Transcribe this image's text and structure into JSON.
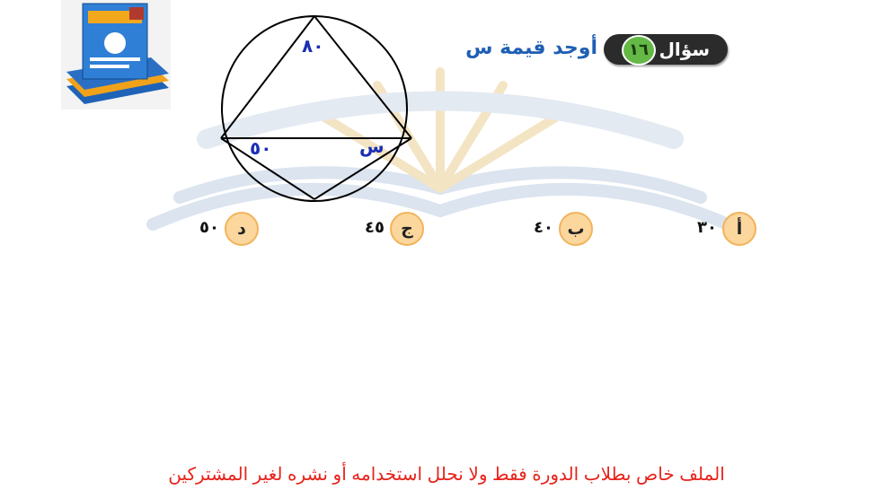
{
  "question": {
    "label": "سؤال",
    "number": "١٦",
    "prompt": "أوجد قيمة س"
  },
  "diagram": {
    "angle_top": "٨٠",
    "angle_left": "٥٠",
    "angle_right": "س"
  },
  "options": [
    {
      "letter": "أ",
      "value": "٣٠"
    },
    {
      "letter": "ب",
      "value": "٤٠"
    },
    {
      "letter": "ج",
      "value": "٤٥"
    },
    {
      "letter": "د",
      "value": "٥٠"
    }
  ],
  "footer": {
    "notice": "الملف خاص بطلاب الدورة فقط ولا نحلل استخدامه أو نشره لغير المشتركين"
  },
  "colors": {
    "pill": "#2b2b2b",
    "number_badge": "#64b946",
    "prompt": "#1f5fb4",
    "angle_labels": "#1a2fb4",
    "option_badge": "#fbd79e",
    "footer": "#e8221b"
  }
}
